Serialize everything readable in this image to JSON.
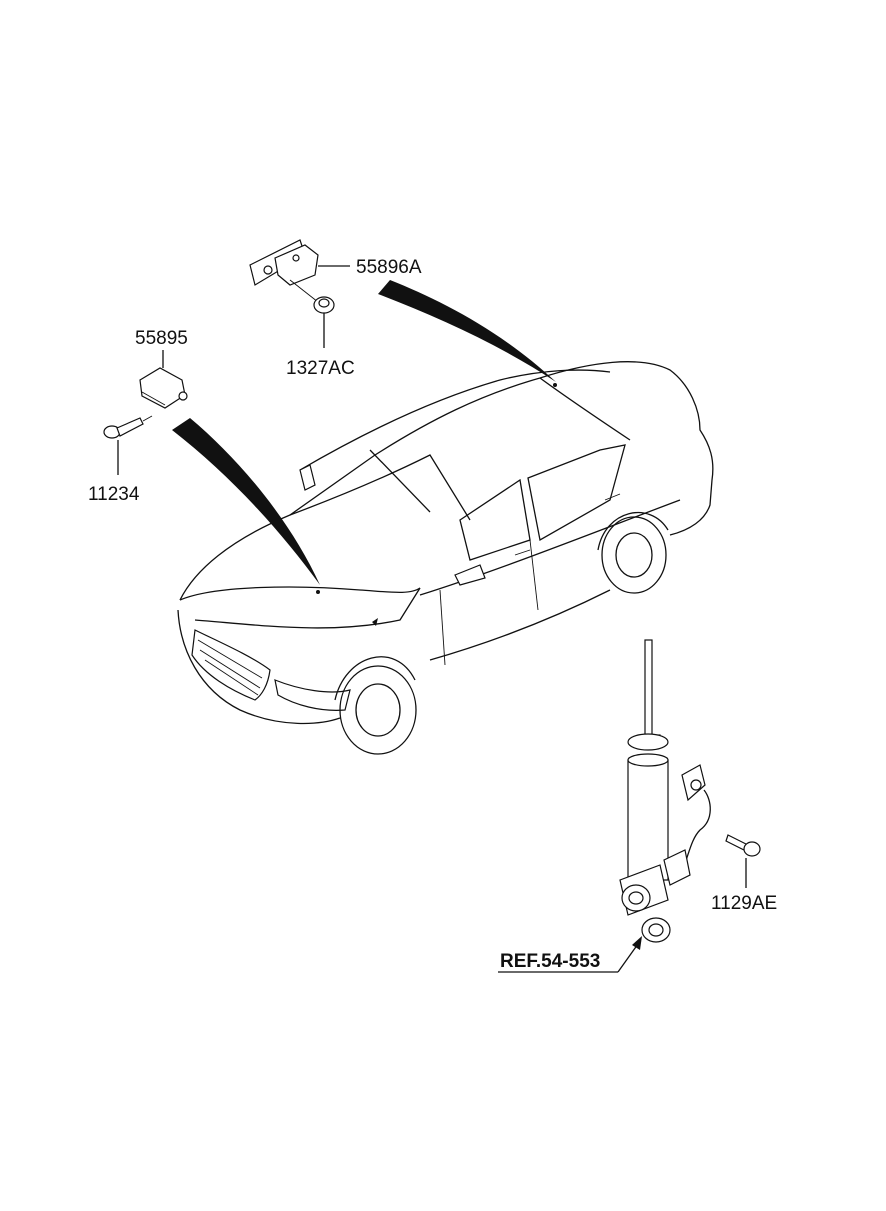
{
  "diagram": {
    "parts": [
      {
        "id": "p55896A",
        "number": "55896A"
      },
      {
        "id": "p1327AC",
        "number": "1327AC"
      },
      {
        "id": "p55895",
        "number": "55895"
      },
      {
        "id": "p11234",
        "number": "11234"
      },
      {
        "id": "p1129AE",
        "number": "1129AE"
      }
    ],
    "reference": "REF.54-553"
  }
}
